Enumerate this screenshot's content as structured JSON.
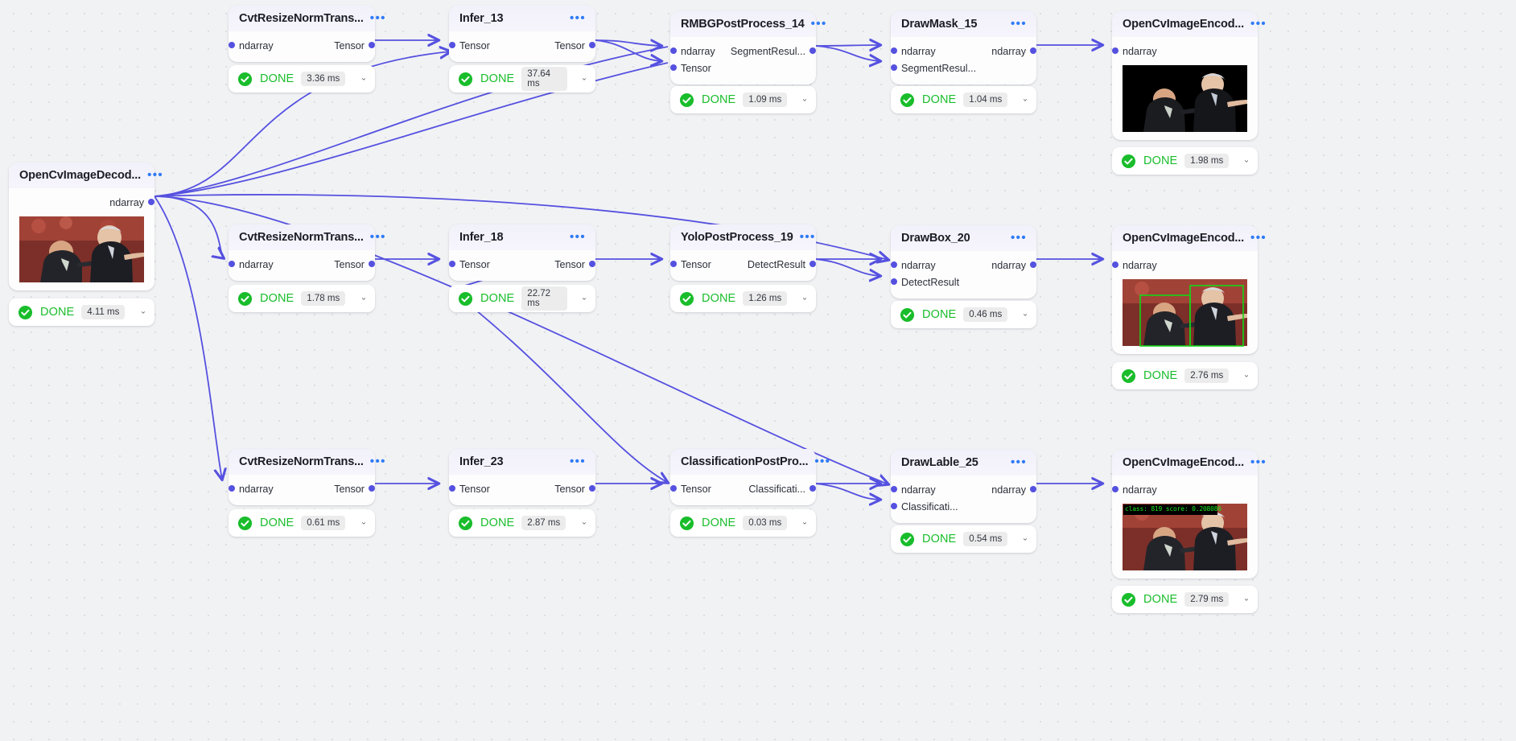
{
  "colors": {
    "edge": "#5551e0",
    "pin": "#5551e0",
    "done_green": "#19bd2b",
    "dots_blue": "#2f7bf6",
    "canvas_bg": "#f1f2f4",
    "node_bg": "#fdfdfe",
    "header_bg": "#f3f2fb"
  },
  "status_label": "DONE",
  "menu_glyph": "•••",
  "nodes": [
    {
      "id": "decode",
      "title": "OpenCvImageDecod...",
      "inputs": [],
      "outputs": [
        "ndarray"
      ],
      "thumbnail": "photo-color",
      "status": {
        "label": "DONE",
        "time": "4.11 ms"
      }
    },
    {
      "id": "cvt12",
      "title": "CvtResizeNormTrans...",
      "inputs": [
        "ndarray"
      ],
      "outputs": [
        "Tensor"
      ],
      "thumbnail": null,
      "status": {
        "label": "DONE",
        "time": "3.36 ms"
      }
    },
    {
      "id": "infer13",
      "title": "Infer_13",
      "inputs": [
        "Tensor"
      ],
      "outputs": [
        "Tensor"
      ],
      "thumbnail": null,
      "status": {
        "label": "DONE",
        "time": "37.64 ms"
      }
    },
    {
      "id": "rmbg14",
      "title": "RMBGPostProcess_14",
      "inputs": [
        "ndarray",
        "Tensor"
      ],
      "outputs": [
        "SegmentResul..."
      ],
      "thumbnail": null,
      "status": {
        "label": "DONE",
        "time": "1.09 ms"
      }
    },
    {
      "id": "mask15",
      "title": "DrawMask_15",
      "inputs": [
        "ndarray",
        "SegmentResul..."
      ],
      "outputs": [
        "ndarray"
      ],
      "thumbnail": null,
      "status": {
        "label": "DONE",
        "time": "1.04 ms"
      }
    },
    {
      "id": "enc16",
      "title": "OpenCvImageEncod...",
      "inputs": [
        "ndarray"
      ],
      "outputs": [],
      "thumbnail": "photo-black",
      "status": {
        "label": "DONE",
        "time": "1.98 ms"
      }
    },
    {
      "id": "cvt17",
      "title": "CvtResizeNormTrans...",
      "inputs": [
        "ndarray"
      ],
      "outputs": [
        "Tensor"
      ],
      "thumbnail": null,
      "status": {
        "label": "DONE",
        "time": "1.78 ms"
      }
    },
    {
      "id": "infer18",
      "title": "Infer_18",
      "inputs": [
        "Tensor"
      ],
      "outputs": [
        "Tensor"
      ],
      "thumbnail": null,
      "status": {
        "label": "DONE",
        "time": "22.72 ms"
      }
    },
    {
      "id": "yolo19",
      "title": "YoloPostProcess_19",
      "inputs": [
        "Tensor"
      ],
      "outputs": [
        "DetectResult"
      ],
      "thumbnail": null,
      "status": {
        "label": "DONE",
        "time": "1.26 ms"
      }
    },
    {
      "id": "box20",
      "title": "DrawBox_20",
      "inputs": [
        "ndarray",
        "DetectResult"
      ],
      "outputs": [
        "ndarray"
      ],
      "thumbnail": null,
      "status": {
        "label": "DONE",
        "time": "0.46 ms"
      }
    },
    {
      "id": "enc21",
      "title": "OpenCvImageEncod...",
      "inputs": [
        "ndarray"
      ],
      "outputs": [],
      "thumbnail": "photo-box",
      "status": {
        "label": "DONE",
        "time": "2.76 ms"
      }
    },
    {
      "id": "cvt22",
      "title": "CvtResizeNormTrans...",
      "inputs": [
        "ndarray"
      ],
      "outputs": [
        "Tensor"
      ],
      "thumbnail": null,
      "status": {
        "label": "DONE",
        "time": "0.61 ms"
      }
    },
    {
      "id": "infer23",
      "title": "Infer_23",
      "inputs": [
        "Tensor"
      ],
      "outputs": [
        "Tensor"
      ],
      "thumbnail": null,
      "status": {
        "label": "DONE",
        "time": "2.87 ms"
      }
    },
    {
      "id": "cls24",
      "title": "ClassificationPostPro...",
      "inputs": [
        "Tensor"
      ],
      "outputs": [
        "Classificati..."
      ],
      "thumbnail": null,
      "status": {
        "label": "DONE",
        "time": "0.03 ms"
      }
    },
    {
      "id": "label25",
      "title": "DrawLable_25",
      "inputs": [
        "ndarray",
        "Classificati..."
      ],
      "outputs": [
        "ndarray"
      ],
      "thumbnail": null,
      "status": {
        "label": "DONE",
        "time": "0.54 ms"
      }
    },
    {
      "id": "enc26",
      "title": "OpenCvImageEncod...",
      "inputs": [
        "ndarray"
      ],
      "outputs": [],
      "thumbnail": "photo-label",
      "status": {
        "label": "DONE",
        "time": "2.79 ms"
      }
    }
  ],
  "overlays": {
    "classification_label": "class: 819 score: 0.208086"
  }
}
